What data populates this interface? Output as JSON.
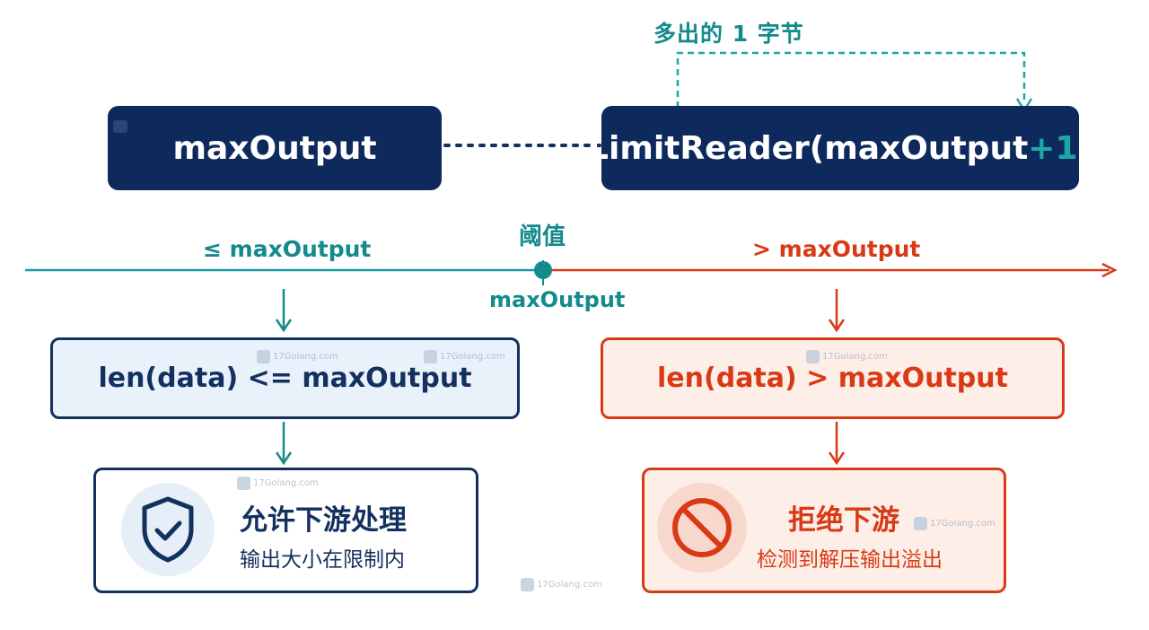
{
  "top": {
    "max_label": "maxOutput",
    "limit_prefix": "LimitReader(maxOutput",
    "limit_plus": "+1",
    "limit_suffix": ")",
    "extra_byte_label": "多出的 1 字节"
  },
  "axis": {
    "left_label": "≤ maxOutput",
    "threshold_label": "阈值",
    "threshold_value": "maxOutput",
    "right_label": "> maxOutput"
  },
  "conditions": {
    "within": "len(data) <= maxOutput",
    "exceeds": "len(data) > maxOutput"
  },
  "outcomes": {
    "allow": {
      "title": "允许下游处理",
      "subtitle": "输出大小在限制内",
      "icon": "shield-check-icon"
    },
    "reject": {
      "title": "拒绝下游",
      "subtitle": "检测到解压输出溢出",
      "icon": "prohibited-icon"
    }
  },
  "watermark": "17Golang.com",
  "colors": {
    "navy": "#0e2a5c",
    "teal": "#138a8c",
    "accent_teal": "#1ba9a6",
    "red": "#d93a15",
    "blue_fill": "#e9f1fb",
    "red_fill": "#fdeee8"
  }
}
